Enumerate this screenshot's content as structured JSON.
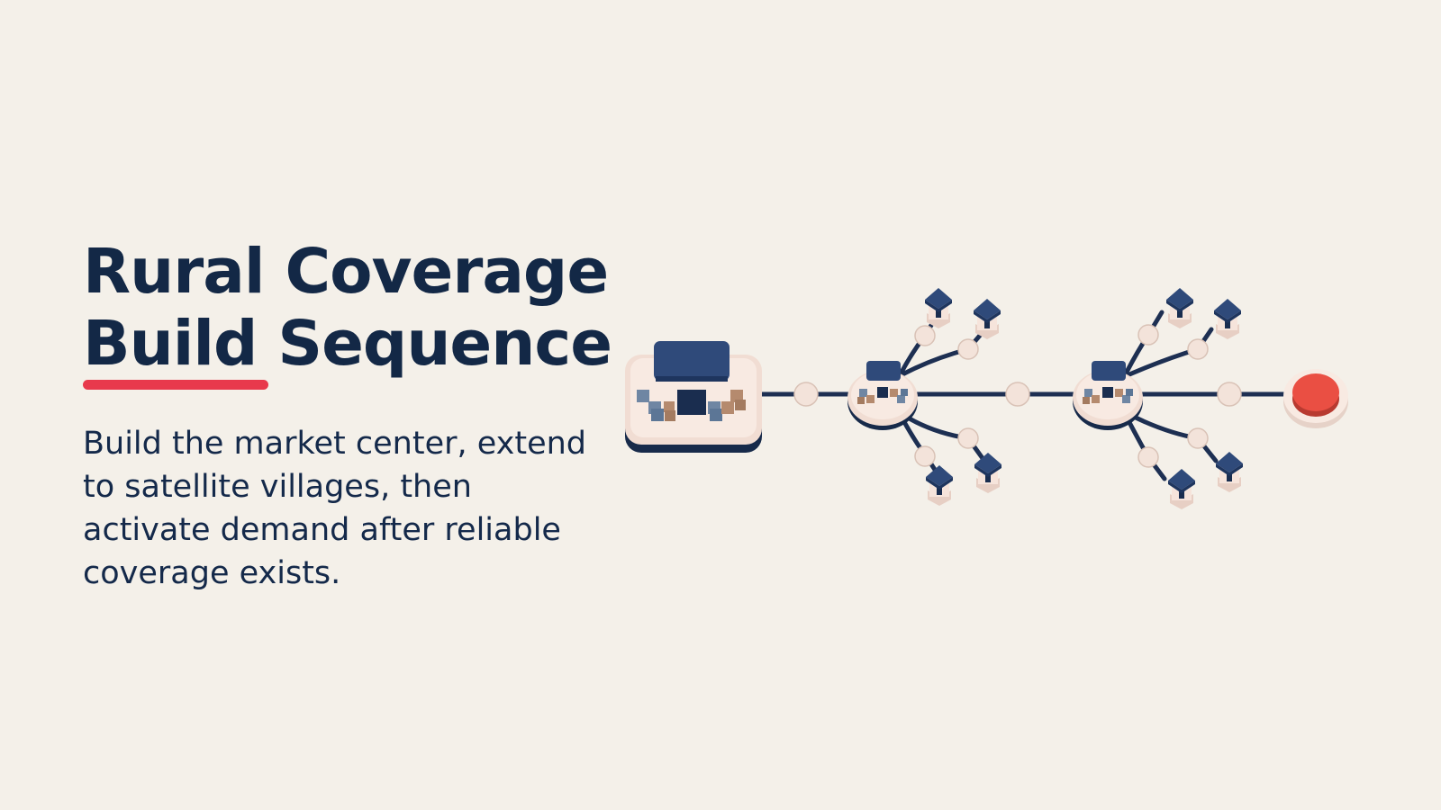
{
  "slide": {
    "title_line1": "Rural Coverage",
    "title_line2": "Build Sequence",
    "body": "Build the market center, extend to satellite villages, then activate demand after reliable coverage exists."
  },
  "diagram": {
    "stages": [
      {
        "kind": "market-center",
        "satellite_villages": 0
      },
      {
        "kind": "village-hub",
        "satellite_villages": 4
      },
      {
        "kind": "village-hub",
        "satellite_villages": 4
      },
      {
        "kind": "demand-activation-endpoint",
        "satellite_villages": 0
      }
    ],
    "icons": [
      "market-center-icon",
      "hub-icon",
      "house-icon",
      "endpoint-button-icon"
    ]
  },
  "colors": {
    "background": "#F4F0E9",
    "navy": "#132846",
    "roof": "#2F4A7A",
    "base": "#F3DFD6",
    "accent": "#E8394C",
    "endpoint": "#EA4F43"
  }
}
